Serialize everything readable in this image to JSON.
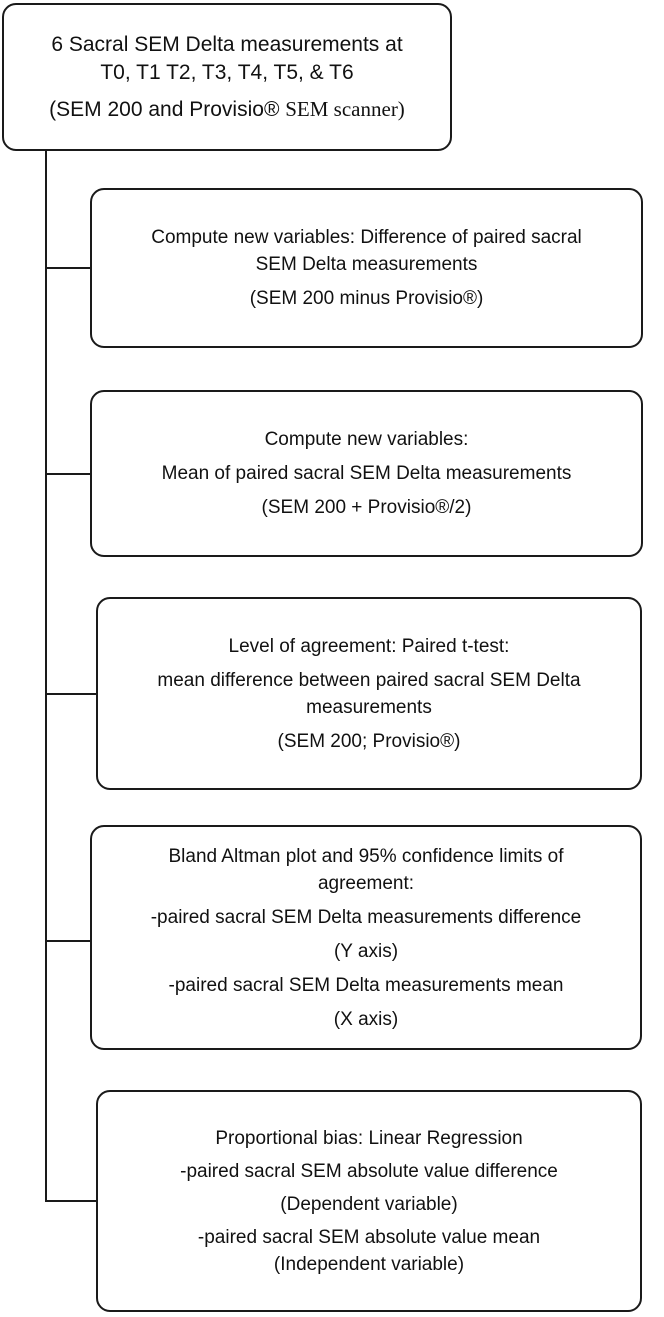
{
  "top_box": {
    "line1": "6 Sacral SEM Delta measurements at",
    "line2": "T0, T1 T2, T3, T4, T5, & T6",
    "line3_a": "(SEM 200 and Provisio® ",
    "line3_b": "SEM scanner)"
  },
  "steps": [
    {
      "lines": [
        "Compute new variables: Difference of paired sacral",
        "SEM Delta measurements",
        "(SEM 200 minus Provisio®)"
      ]
    },
    {
      "lines": [
        "Compute new variables:",
        "Mean of paired sacral SEM Delta measurements",
        "(SEM 200 + Provisio®/2)"
      ]
    },
    {
      "lines": [
        "Level of agreement: Paired t-test:",
        "mean difference between paired sacral SEM Delta",
        "measurements",
        "(SEM 200; Provisio®)"
      ]
    },
    {
      "lines": [
        "Bland Altman plot and 95% confidence limits of",
        "agreement:",
        "-paired sacral SEM Delta measurements difference",
        "(Y axis)",
        "-paired sacral SEM Delta measurements mean",
        "(X axis)"
      ]
    },
    {
      "lines": [
        "Proportional bias: Linear Regression",
        "-paired sacral SEM absolute value difference",
        "(Dependent variable)",
        "-paired sacral SEM absolute value mean",
        "(Independent variable)"
      ]
    }
  ]
}
